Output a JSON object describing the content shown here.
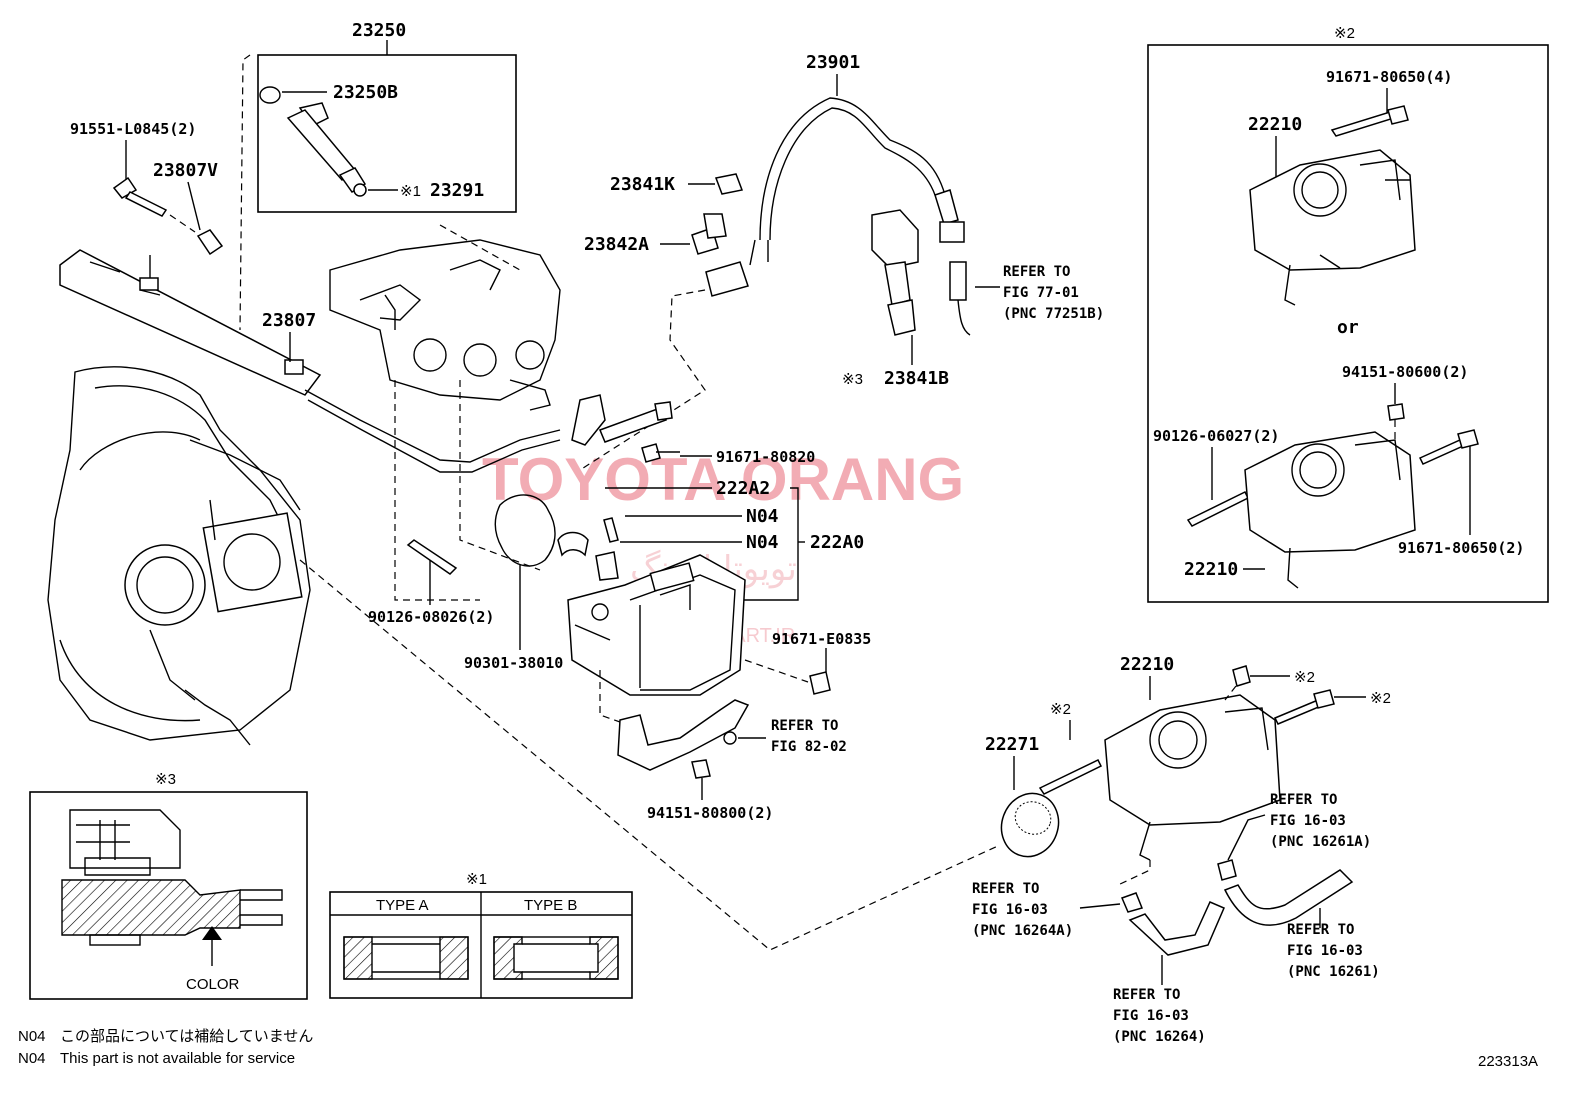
{
  "labels": {
    "p23250": "23250",
    "p23250b": "23250B",
    "p23291": "23291",
    "mark1_a": "※1",
    "p91551": "91551-L0845(2)",
    "p23807v": "23807V",
    "p23807": "23807",
    "p23901": "23901",
    "p23841k": "23841K",
    "p23842a": "23842A",
    "mark3_a": "※3",
    "p23841b": "23841B",
    "p91671_80820": "91671-80820",
    "p222a2": "222A2",
    "n04_a": "N04",
    "n04_b": "N04",
    "p222a0": "222A0",
    "p90126_08026": "90126-08026(2)",
    "p90301": "90301-38010",
    "p91671_e0835": "91671-E0835",
    "p94151_80800": "94151-80800(2)",
    "mark2_top": "※2",
    "p91671_80650_4": "91671-80650(4)",
    "p22210_a": "22210",
    "or_text": "or",
    "p94151_80600": "94151-80600(2)",
    "p90126_06027": "90126-06027(2)",
    "p22210_b": "22210",
    "p91671_80650_2": "91671-80650(2)",
    "p22210_c": "22210",
    "mark2_b": "※2",
    "mark2_c": "※2",
    "mark2_d": "※2",
    "p22271": "22271",
    "mark3_box": "※3",
    "color_label": "COLOR",
    "mark1_box": "※1",
    "type_a": "TYPE A",
    "type_b": "TYPE B",
    "diagram_id": "223313A"
  },
  "refs": {
    "r77_1": "REFER TO",
    "r77_2": "FIG 77-01",
    "r77_3": "(PNC 77251B)",
    "r82_1": "REFER TO",
    "r82_2": "FIG 82-02",
    "r16a_1": "REFER TO",
    "r16a_2": "FIG 16-03",
    "r16a_3": "(PNC 16261A)",
    "r16b_1": "REFER TO",
    "r16b_2": "FIG 16-03",
    "r16b_3": "(PNC 16264A)",
    "r16c_1": "REFER TO",
    "r16c_2": "FIG 16-03",
    "r16c_3": "(PNC 16261)",
    "r16d_1": "REFER TO",
    "r16d_2": "FIG 16-03",
    "r16d_3": "(PNC 16264)"
  },
  "notes": {
    "n1_code": "N04",
    "n1_text": "この部品については補給していません",
    "n2_code": "N04",
    "n2_text": "This part is not available for service"
  },
  "watermark": {
    "main": "TOYOTA ORANG",
    "arabic": "تویوتا اورنگ",
    "site": "TOYOTAPART.IR",
    "color": "#e86a78"
  }
}
